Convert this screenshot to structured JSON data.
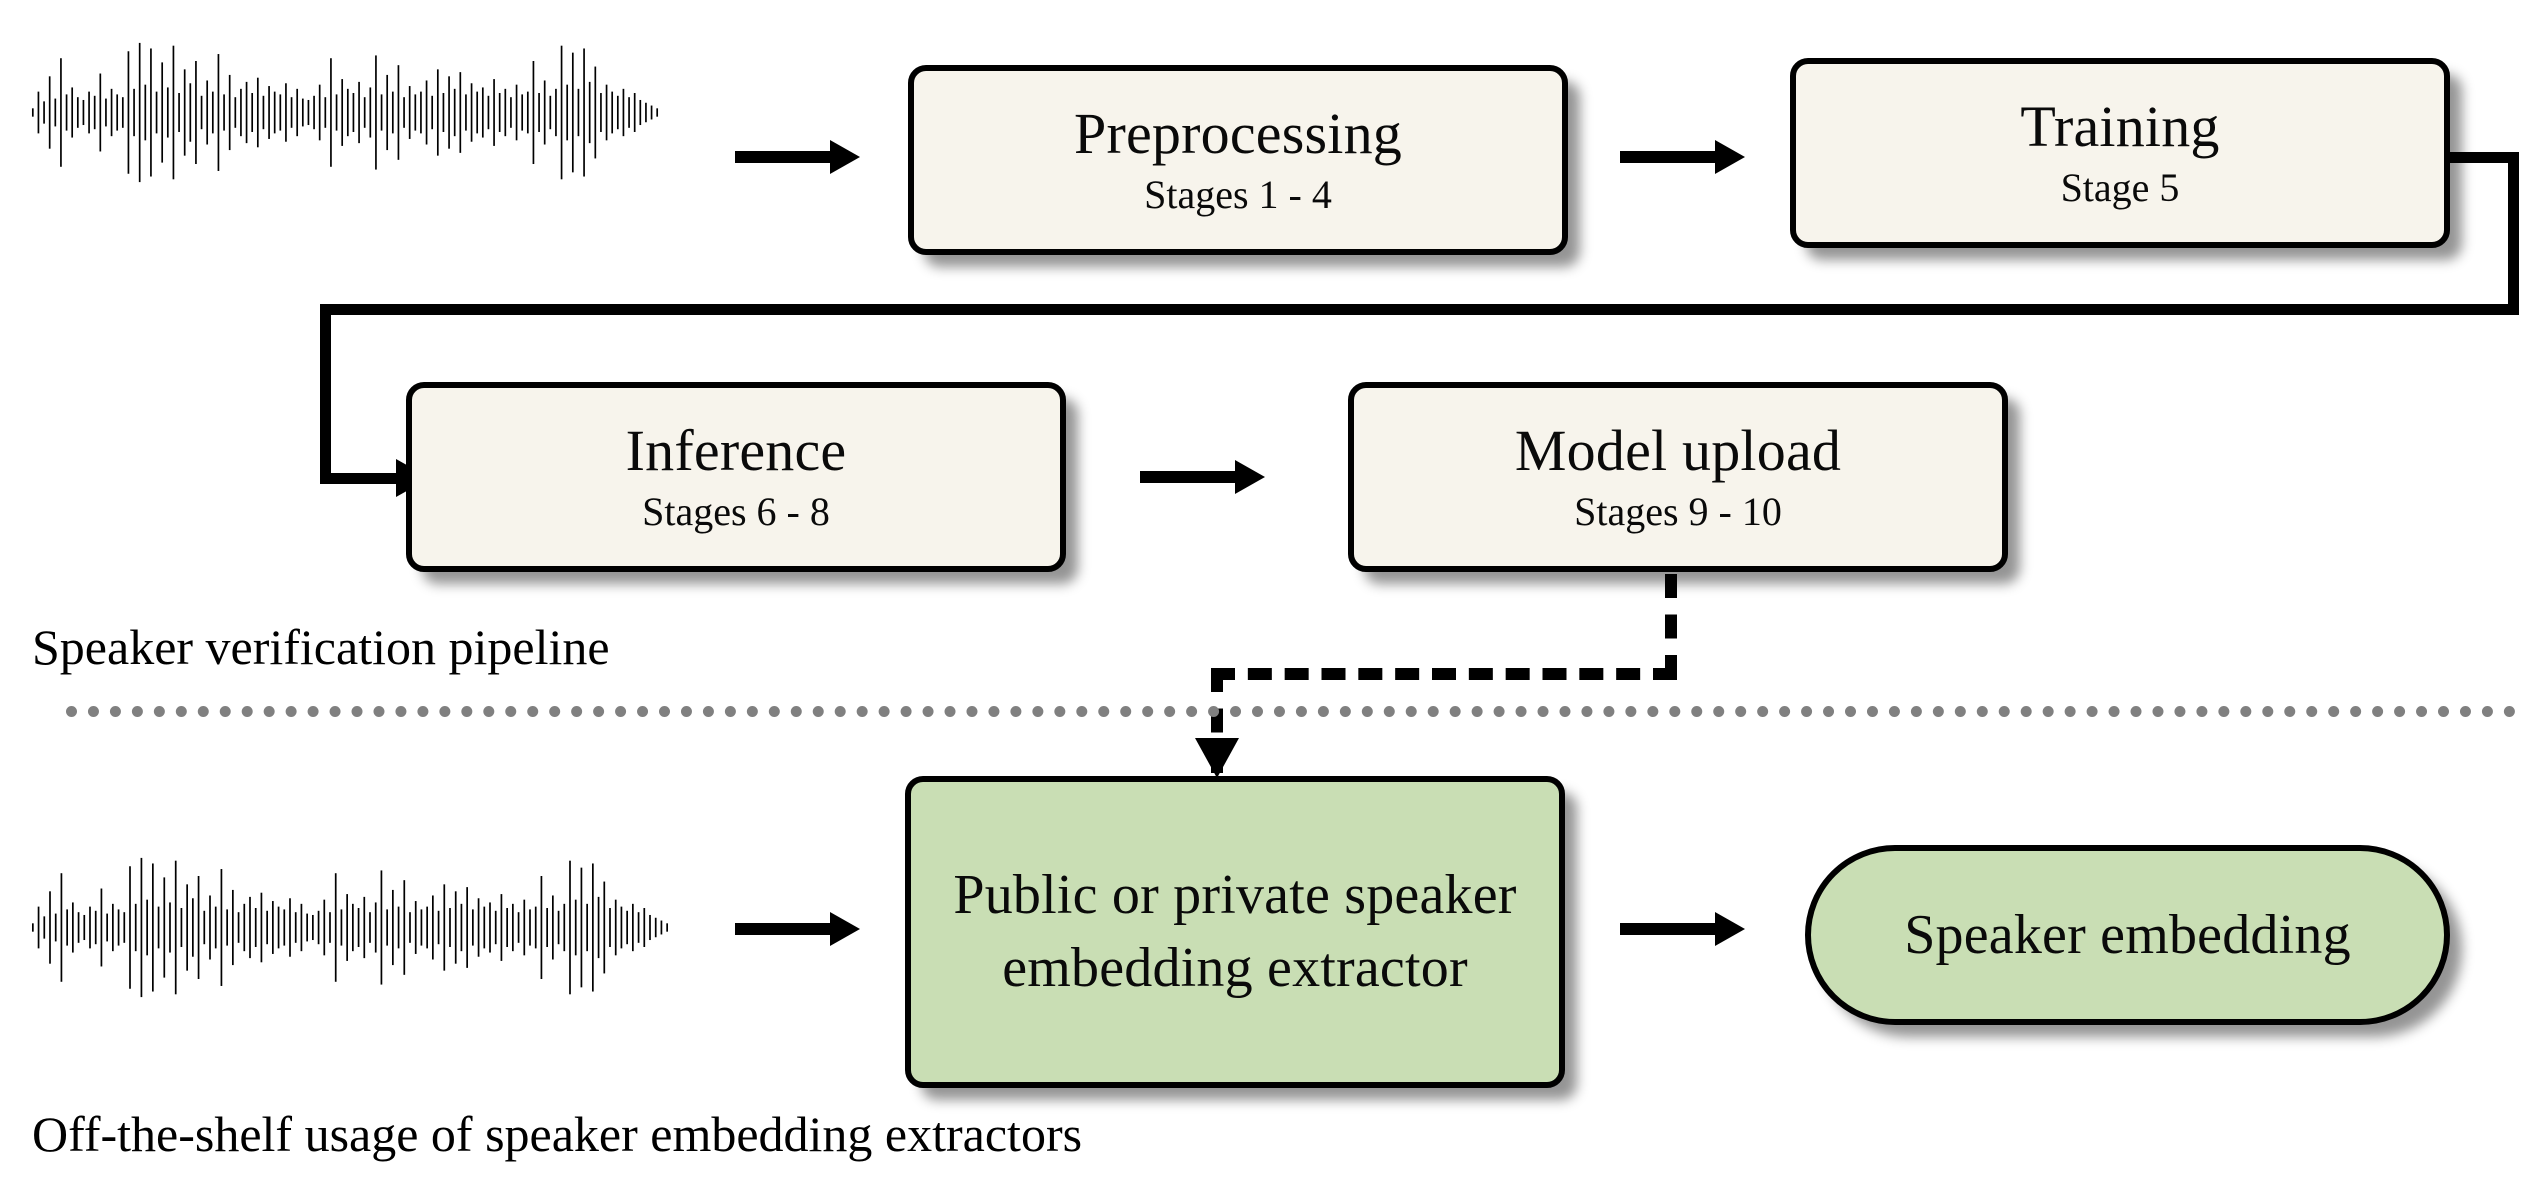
{
  "figure": {
    "kind": "flow-diagram",
    "background": "#ffffff"
  },
  "palette": {
    "box_cream": "#F7F4EC",
    "box_green": "#C9DEB4",
    "stroke": "#000000",
    "divider_gray": "#808080"
  },
  "sections": {
    "top": {
      "caption": "Speaker verification pipeline"
    },
    "bottom": {
      "caption": "Off-the-shelf usage of speaker embedding extractors"
    }
  },
  "nodes": {
    "preprocessing": {
      "title": "Preprocessing",
      "sub": "Stages 1 - 4"
    },
    "training": {
      "title": "Training",
      "sub": "Stage 5"
    },
    "inference": {
      "title": "Inference",
      "sub": "Stages 6 - 8"
    },
    "model_upload": {
      "title": "Model upload",
      "sub": "Stages 9 - 10"
    },
    "extractor": {
      "title": "Public or private speaker embedding extractor"
    },
    "embedding": {
      "title": "Speaker embedding"
    }
  },
  "icons": {
    "waveform_top": "audio-waveform-icon",
    "waveform_bottom": "audio-waveform-icon"
  },
  "edges": [
    {
      "name": "waveform-to-preprocessing",
      "style": "solid-arrow"
    },
    {
      "name": "preprocessing-to-training",
      "style": "solid-arrow"
    },
    {
      "name": "training-to-inference",
      "style": "solid-elbow-arrow"
    },
    {
      "name": "inference-to-model-upload",
      "style": "solid-arrow"
    },
    {
      "name": "model-upload-to-extractor",
      "style": "dashed-elbow-arrow"
    },
    {
      "name": "waveform-to-extractor",
      "style": "solid-arrow"
    },
    {
      "name": "extractor-to-embedding",
      "style": "solid-arrow"
    }
  ],
  "waveform_samples": [
    0.06,
    0.3,
    0.16,
    0.52,
    0.2,
    0.78,
    0.26,
    0.36,
    0.22,
    0.18,
    0.3,
    0.24,
    0.56,
    0.2,
    0.34,
    0.26,
    0.22,
    0.88,
    0.34,
    1.0,
    0.4,
    0.92,
    0.3,
    0.72,
    0.36,
    0.96,
    0.28,
    0.62,
    0.42,
    0.74,
    0.24,
    0.46,
    0.3,
    0.84,
    0.26,
    0.54,
    0.22,
    0.34,
    0.44,
    0.28,
    0.5,
    0.24,
    0.38,
    0.3,
    0.26,
    0.42,
    0.22,
    0.34,
    0.2,
    0.18,
    0.24,
    0.4,
    0.22,
    0.78,
    0.26,
    0.48,
    0.34,
    0.28,
    0.44,
    0.22,
    0.36,
    0.82,
    0.26,
    0.54,
    0.3,
    0.68,
    0.22,
    0.38,
    0.26,
    0.3,
    0.46,
    0.24,
    0.62,
    0.28,
    0.52,
    0.34,
    0.58,
    0.26,
    0.42,
    0.3,
    0.36,
    0.24,
    0.48,
    0.28,
    0.34,
    0.22,
    0.4,
    0.26,
    0.3,
    0.74,
    0.28,
    0.46,
    0.24,
    0.34,
    0.96,
    0.4,
    0.86,
    0.34,
    0.92,
    0.44,
    0.66,
    0.28,
    0.4,
    0.3,
    0.24,
    0.34,
    0.22,
    0.28,
    0.18,
    0.14,
    0.1,
    0.06
  ]
}
